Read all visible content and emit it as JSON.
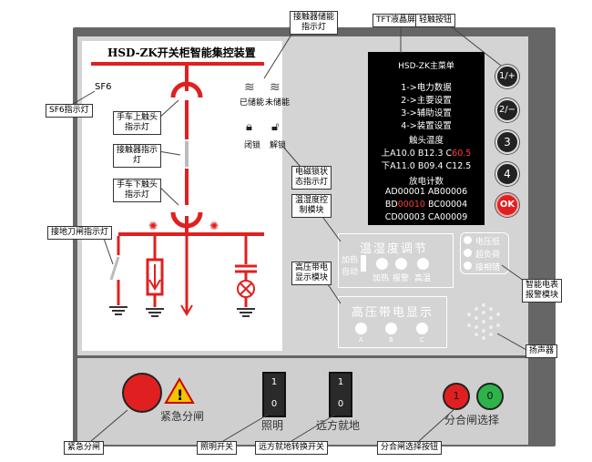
{
  "title": "HSD-ZK开关柜智能集控装置",
  "mimic": {
    "sf6": "SF6",
    "stored": "已储能",
    "not_stored": "未储能",
    "locked": "闭锁",
    "unlocked": "解锁"
  },
  "tft": {
    "menu_title": "HSD-ZK主菜单",
    "menu": [
      "1->电力数据",
      "2->主要设置",
      "3->辅助设置",
      "4->装置设置"
    ],
    "temp_title": "触头温度",
    "temp_row1_prefix": "上A10.0 B12.3 C",
    "temp_row1_alert": "60.5",
    "temp_row2": "下A11.0 B09.4 C12.5",
    "count_title": "放电计数",
    "count_row1": "AD00001 AB00006",
    "count_row2_a": "BD",
    "count_row2_alert": "00010",
    "count_row2_b": " BC00004",
    "count_row3": "CD00003 CA00009"
  },
  "keys": [
    "1/+",
    "2/−",
    "3",
    "4",
    "OK"
  ],
  "alarm": {
    "items": [
      "电压低",
      "超负荷",
      "接相错"
    ]
  },
  "hum": {
    "title": "温湿度调节",
    "mode_top": "加热",
    "mode_bottom": "自动",
    "leds": [
      "加热",
      "报警",
      "高温"
    ]
  },
  "hv": {
    "title": "高压带电显示",
    "phases": [
      "A",
      "B",
      "C"
    ]
  },
  "lower": {
    "estop": "紧急分闸",
    "light": "照明",
    "remote": "远方就地",
    "select": "分合闸选择",
    "switch_on": "1",
    "switch_off": "0",
    "btn_open": "1",
    "btn_close": "0"
  },
  "annotations": {
    "contactor_store": "接触器储能\n指示灯",
    "tft": "TFT液晶屏",
    "touch": "轻触按钮",
    "sf6": "SF6指示灯",
    "upper_contact": "手车上触头\n指示灯",
    "contactor": "接触器指示\n灯",
    "lower_contact": "手车下触头\n指示灯",
    "ground": "接地刀闸指示灯",
    "maglock": "电磁锁状\n态指示灯",
    "humidity": "温湿度控\n制模块",
    "hv_module": "高压带电\n显示模块",
    "meter_alarm": "智能电表\n报警模块",
    "speaker": "扬声器",
    "estop": "紧急分闸",
    "light_sw": "照明开关",
    "remote_sw": "远方就地转换开关",
    "select_btn": "分合闸选择按钮"
  },
  "colors": {
    "busbar": "#e02020",
    "panel": "#666666",
    "led_red": "#e02020",
    "led_green": "#2db34a"
  }
}
